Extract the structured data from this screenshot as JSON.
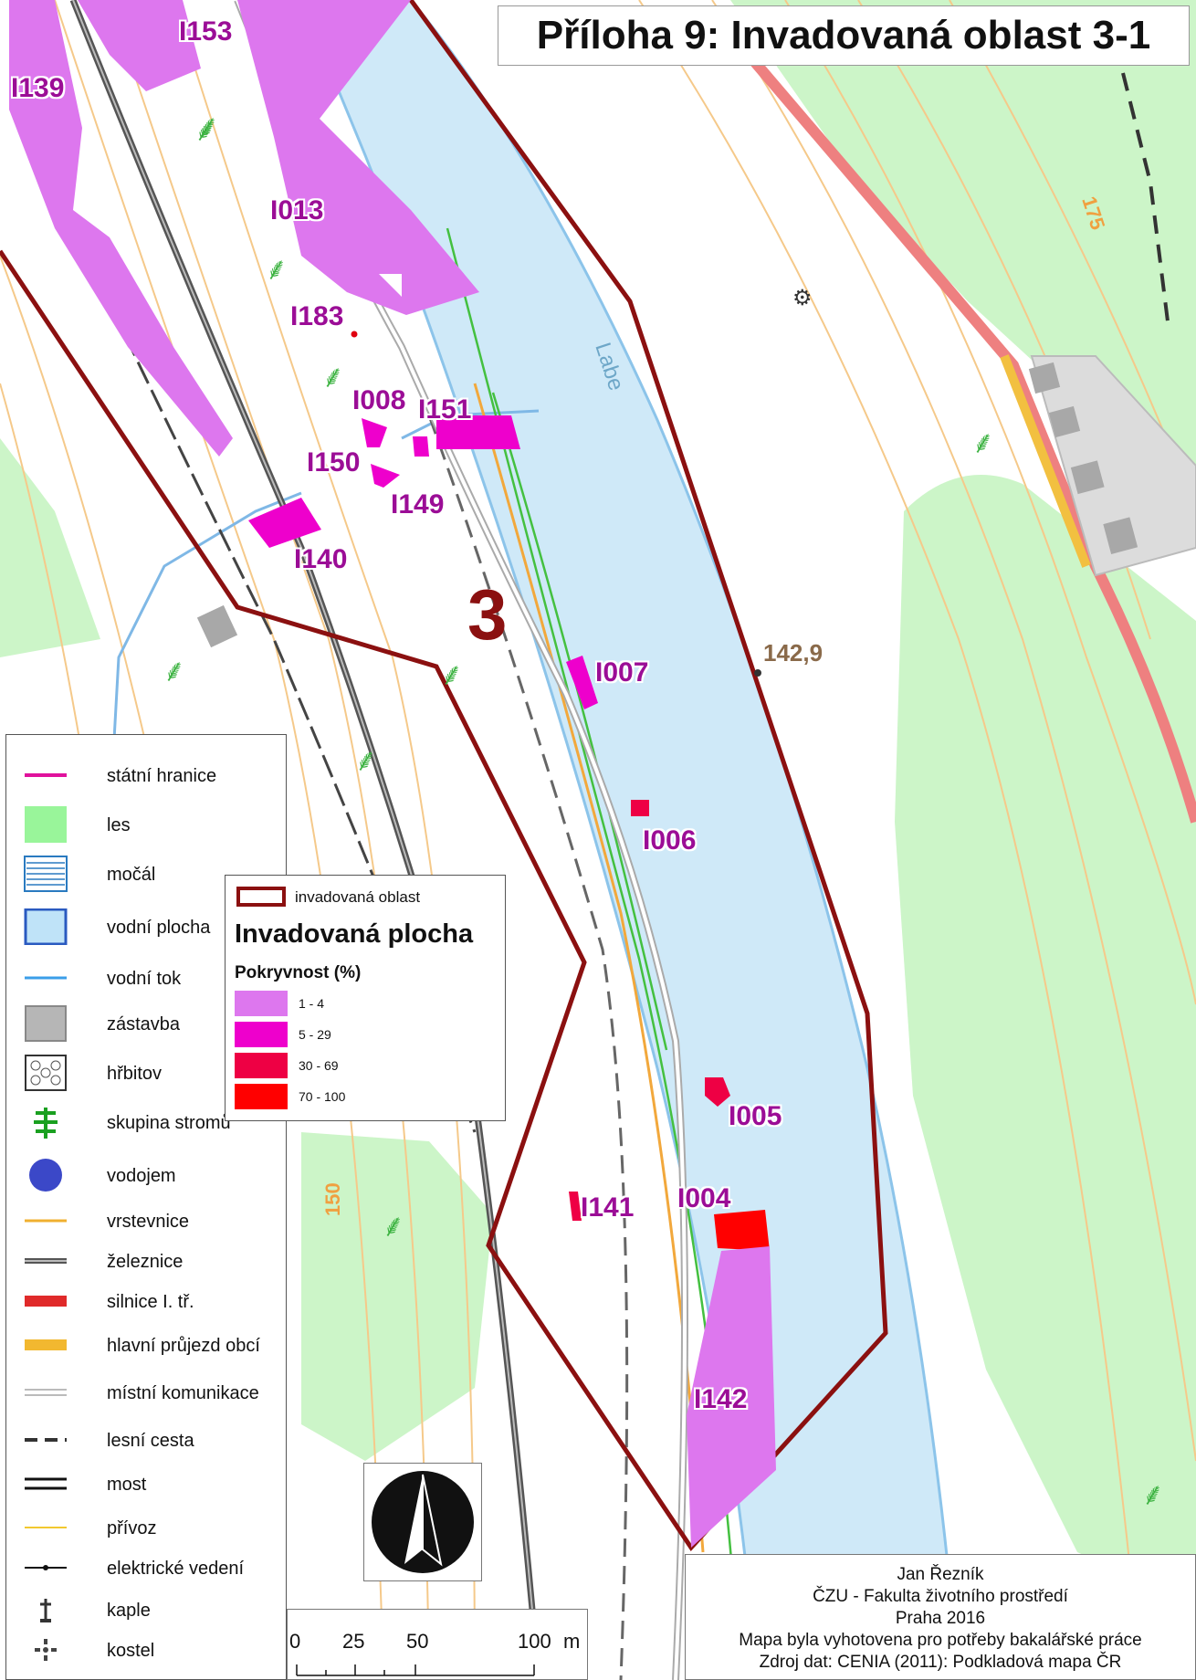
{
  "title": "Příloha 9: Invadovaná oblast 3-1",
  "area_number": "3",
  "spot_height": "142,9",
  "river_name": "Labe",
  "contour_labels": [
    "175",
    "150"
  ],
  "colors": {
    "river": "#cfe9f8",
    "forest": "#ccf5c8",
    "boundary": "#8b1010",
    "label": "#9b0d96",
    "class_1_4": "#dd77ee",
    "class_5_29": "#ee00cc",
    "class_30_69": "#ee0044",
    "class_70_100": "#ff0000"
  },
  "labels": {
    "I153": "I153",
    "I139": "I139",
    "I013": "I013",
    "I183": "I183",
    "I008": "I008",
    "I151": "I151",
    "I150": "I150",
    "I149": "I149",
    "I140": "I140",
    "I007": "I007",
    "I006": "I006",
    "I005": "I005",
    "I004": "I004",
    "I141": "I141",
    "I142": "I142"
  },
  "legend": {
    "items": [
      {
        "label": "státní hranice",
        "icon": "magenta-line"
      },
      {
        "label": "les",
        "icon": "green-fill"
      },
      {
        "label": "močál",
        "icon": "marsh-hatch"
      },
      {
        "label": "vodní plocha",
        "icon": "water-fill"
      },
      {
        "label": "vodní tok",
        "icon": "blue-line"
      },
      {
        "label": "zástavba",
        "icon": "grey-fill"
      },
      {
        "label": "hřbitov",
        "icon": "cemetery-pattern"
      },
      {
        "label": "skupina stromů",
        "icon": "tree-icon"
      },
      {
        "label": "vodojem",
        "icon": "blue-circle"
      },
      {
        "label": "vrstevnice",
        "icon": "orange-line"
      },
      {
        "label": "železnice",
        "icon": "railway-line"
      },
      {
        "label": "silnice I. tř.",
        "icon": "red-road"
      },
      {
        "label": "hlavní průjezd obcí",
        "icon": "yellow-road"
      },
      {
        "label": "místní komunikace",
        "icon": "double-line"
      },
      {
        "label": "lesní cesta",
        "icon": "dashed-line"
      },
      {
        "label": "most",
        "icon": "bridge-line"
      },
      {
        "label": "přívoz",
        "icon": "thin-yellow-line"
      },
      {
        "label": "elektrické vedení",
        "icon": "power-line"
      },
      {
        "label": "kaple",
        "icon": "chapel-icon"
      },
      {
        "label": "kostel",
        "icon": "church-icon"
      }
    ]
  },
  "invaded": {
    "boundary_label": "invadovaná oblast",
    "heading": "Invadovaná plocha",
    "subheading": "Pokryvnost (%)",
    "classes": [
      {
        "label": "1 - 4",
        "color": "#dd77ee"
      },
      {
        "label": "5 - 29",
        "color": "#ee00cc"
      },
      {
        "label": "30 - 69",
        "color": "#ee0044"
      },
      {
        "label": "70 - 100",
        "color": "#ff0000"
      }
    ]
  },
  "scale": {
    "ticks": [
      "0",
      "25",
      "50",
      "100"
    ],
    "unit": "m"
  },
  "credit": {
    "author": "Jan Řezník",
    "institution": "ČZU - Fakulta životního prostředí",
    "place_year": "Praha 2016",
    "purpose": "Mapa byla vyhotovena pro potřeby bakalářské práce",
    "source": "Zdroj dat: CENIA (2011): Podkladová mapa ČR"
  }
}
